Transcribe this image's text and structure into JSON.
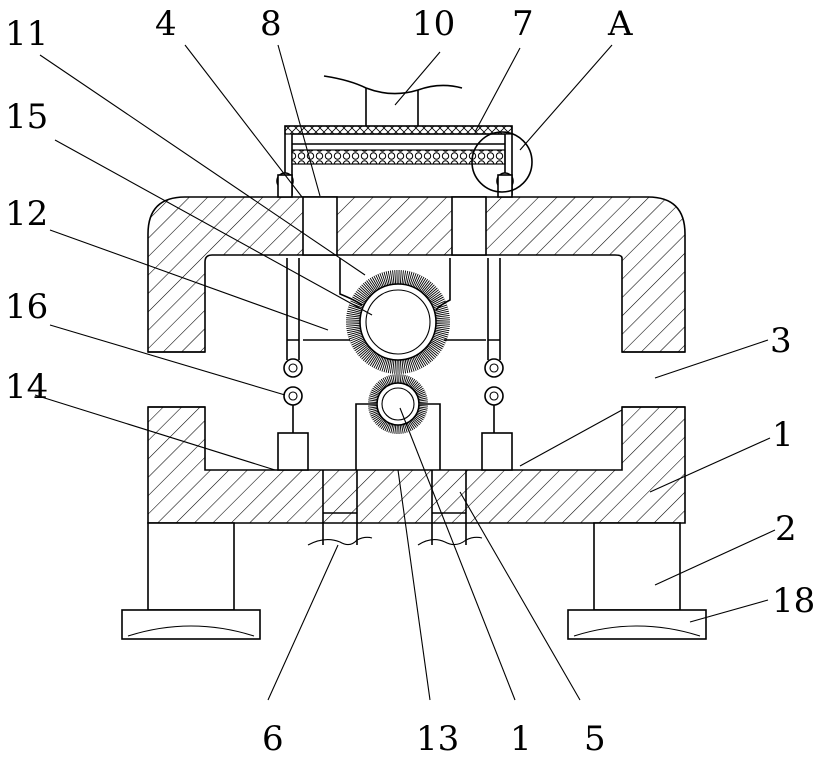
{
  "figure": {
    "labels": [
      {
        "key": "l11",
        "text": "11"
      },
      {
        "key": "l4",
        "text": "4"
      },
      {
        "key": "l8",
        "text": "8"
      },
      {
        "key": "l10",
        "text": "10"
      },
      {
        "key": "l7",
        "text": "7"
      },
      {
        "key": "lA",
        "text": "A"
      },
      {
        "key": "l15",
        "text": "15"
      },
      {
        "key": "l12",
        "text": "12"
      },
      {
        "key": "l16",
        "text": "16"
      },
      {
        "key": "l14",
        "text": "14"
      },
      {
        "key": "l3",
        "text": "3"
      },
      {
        "key": "l1r",
        "text": "1"
      },
      {
        "key": "l2",
        "text": "2"
      },
      {
        "key": "l18",
        "text": "18"
      },
      {
        "key": "l6",
        "text": "6"
      },
      {
        "key": "l13",
        "text": "13"
      },
      {
        "key": "l1b",
        "text": "1"
      },
      {
        "key": "l5",
        "text": "5"
      }
    ]
  }
}
